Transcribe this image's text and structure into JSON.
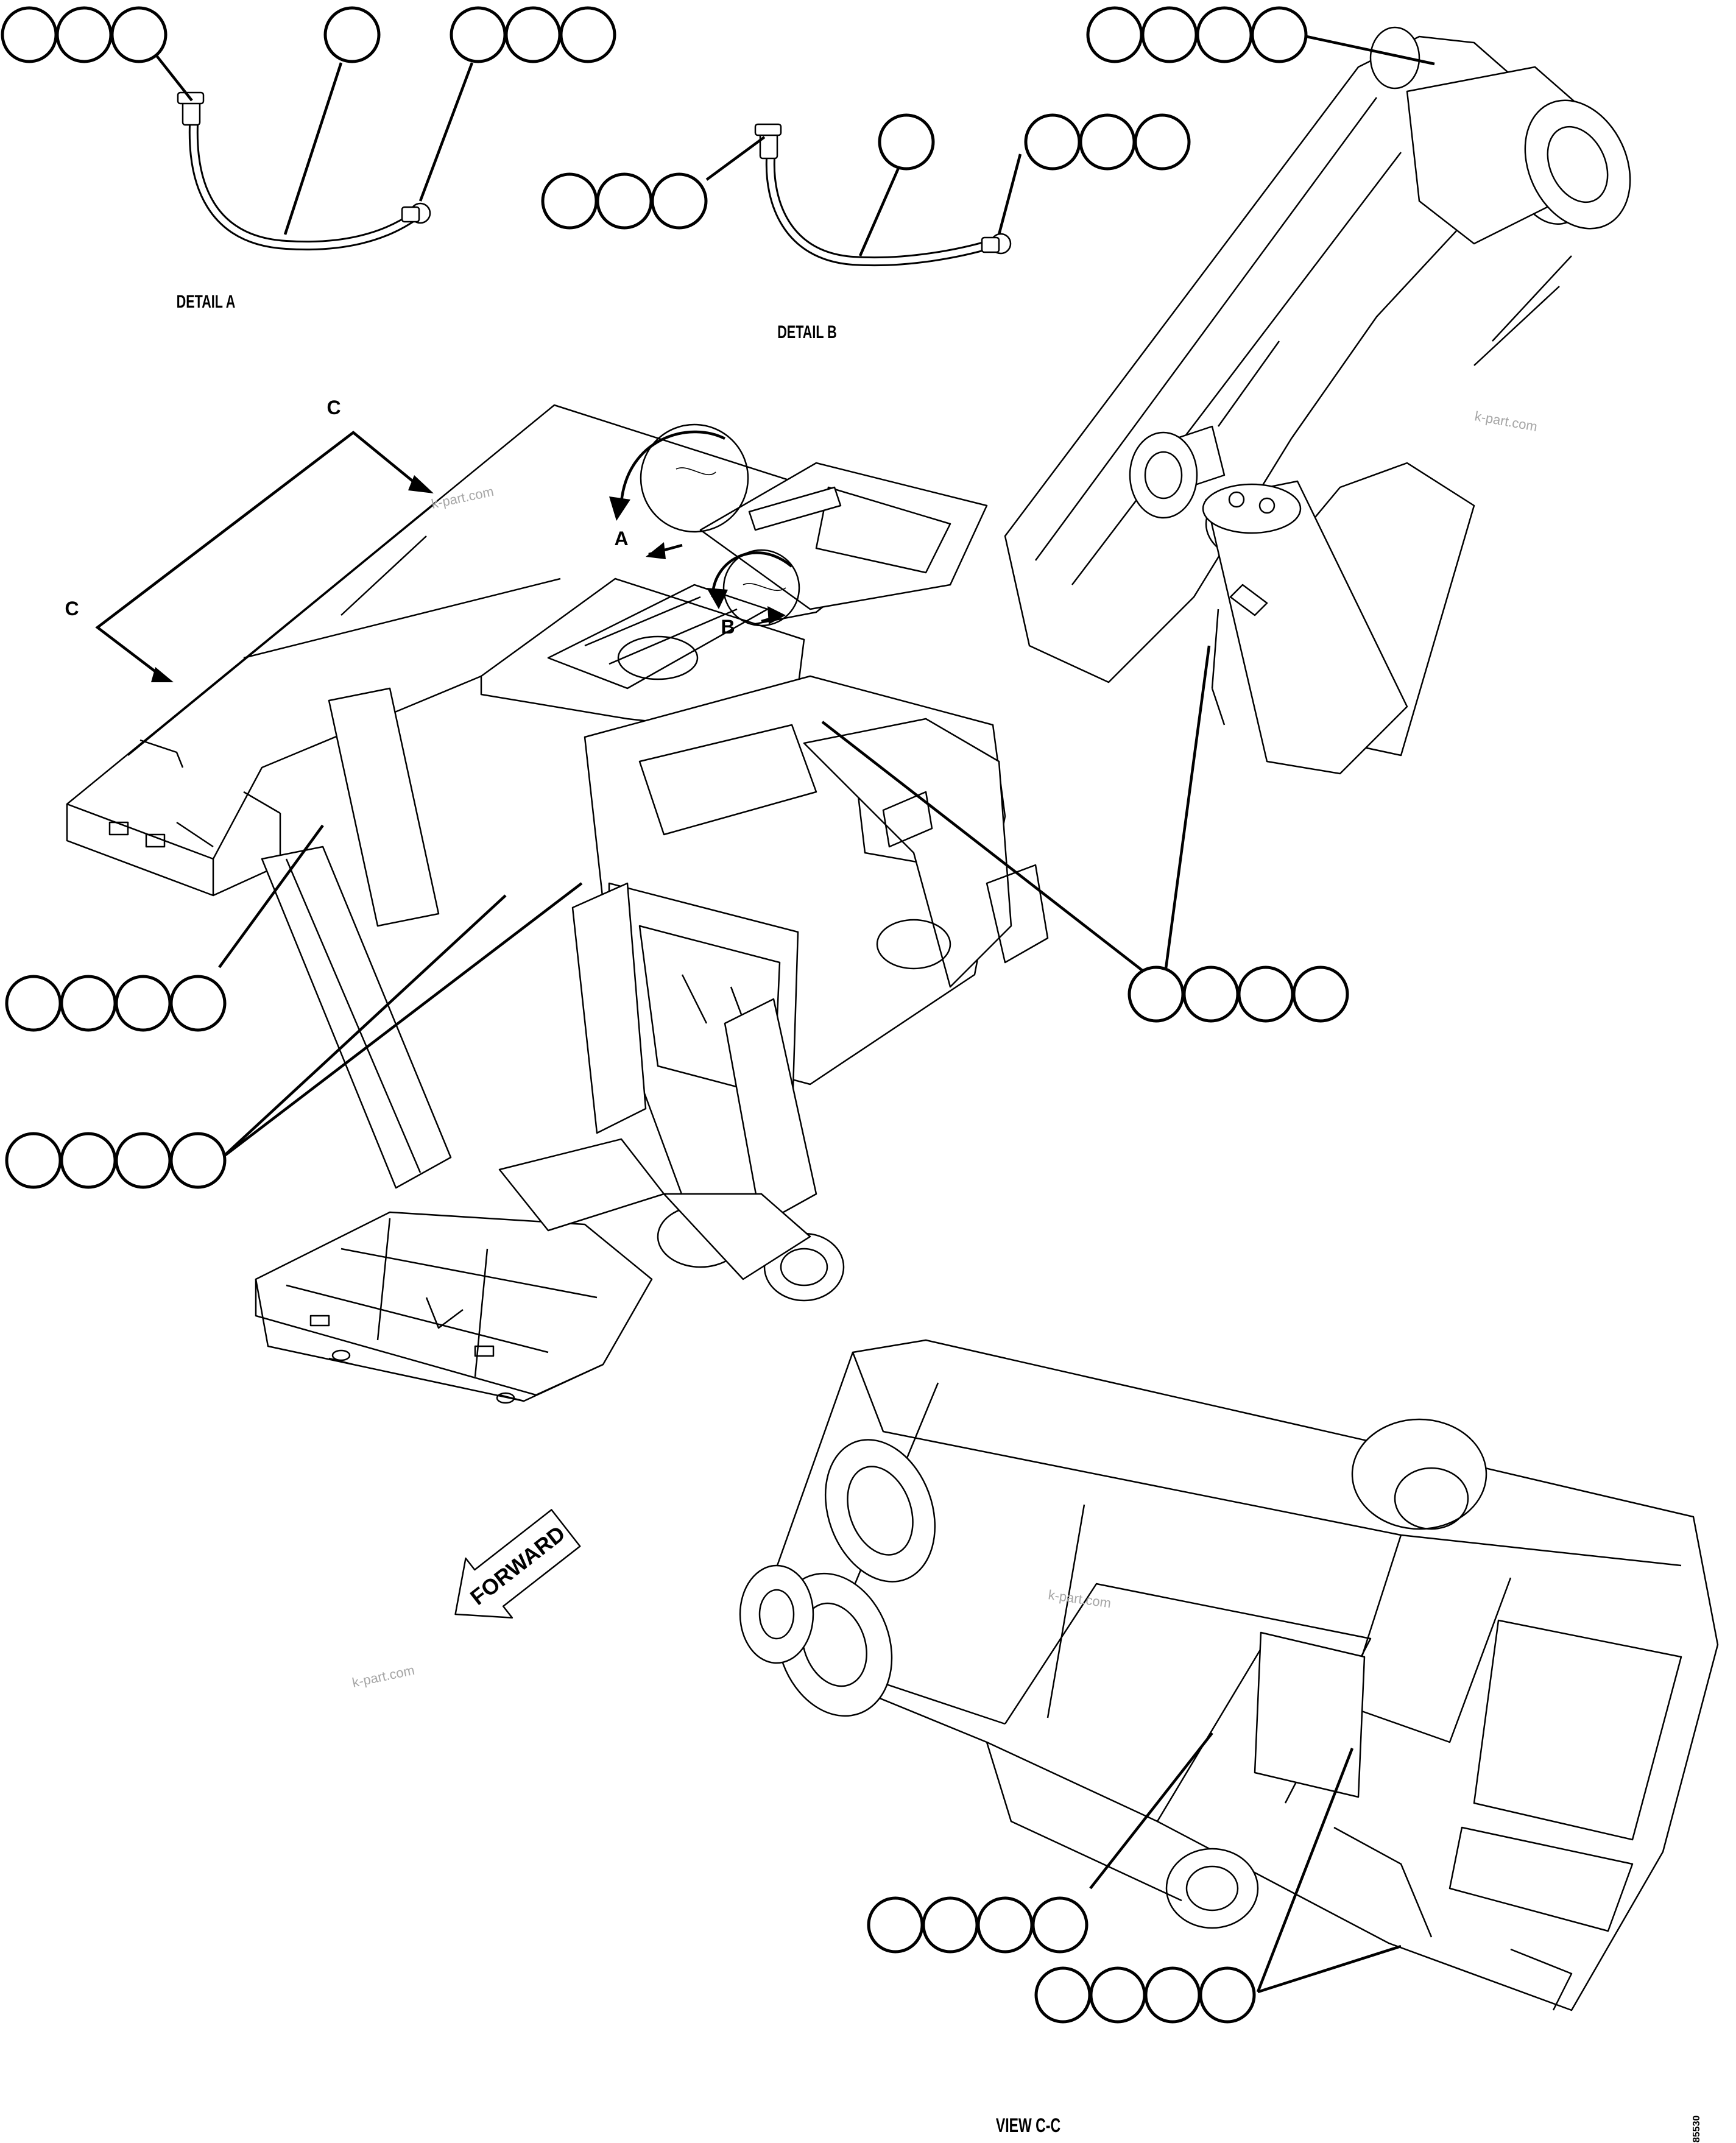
{
  "labels": {
    "detail_a": "DETAIL A",
    "detail_b": "DETAIL B",
    "view_cc": "VIEW C-C",
    "section_c_top": "C",
    "section_c_left": "C",
    "detail_ref_a": "A",
    "detail_ref_b": "B",
    "forward": "FORWARD",
    "drawing_number": "85530"
  },
  "watermarks": [
    "k-part.com",
    "k-part.com",
    "k-part.com",
    "k-part.com"
  ],
  "balloon_groups": [
    {
      "id": "detail-a-left-fitting",
      "count": 3,
      "text": ""
    },
    {
      "id": "detail-a-hose",
      "count": 1,
      "text": ""
    },
    {
      "id": "detail-a-right-fitting",
      "count": 3,
      "text": ""
    },
    {
      "id": "detail-b-left-fitting",
      "count": 3,
      "text": ""
    },
    {
      "id": "detail-b-hose",
      "count": 1,
      "text": ""
    },
    {
      "id": "detail-b-right-fitting",
      "count": 3,
      "text": ""
    },
    {
      "id": "boom-top-fitting",
      "count": 4,
      "text": ""
    },
    {
      "id": "frame-left-upper",
      "count": 4,
      "text": ""
    },
    {
      "id": "frame-left-lower",
      "count": 4,
      "text": ""
    },
    {
      "id": "frame-right-center",
      "count": 4,
      "text": ""
    },
    {
      "id": "view-cc-left",
      "count": 4,
      "text": ""
    },
    {
      "id": "view-cc-bottom",
      "count": 4,
      "text": ""
    }
  ]
}
